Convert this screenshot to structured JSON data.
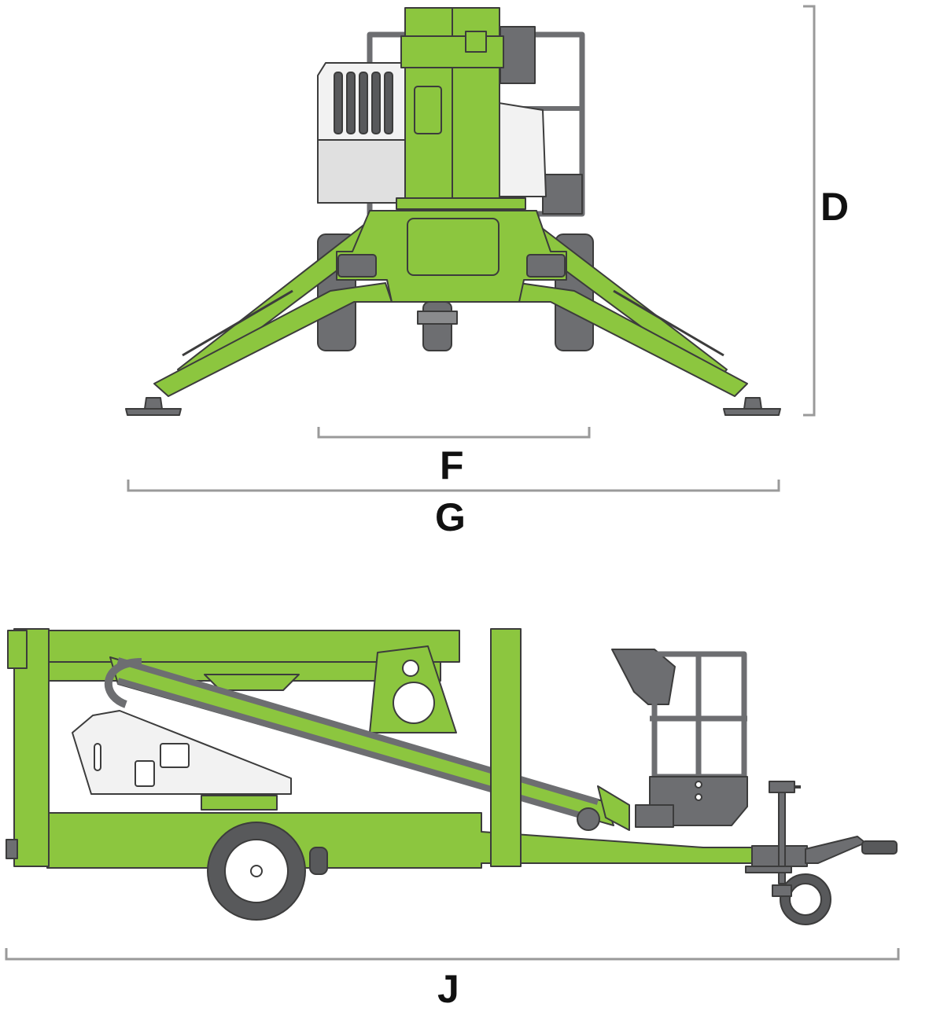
{
  "dimensions": {
    "height_label": "D",
    "track_width_label": "F",
    "outrigger_span_label": "G",
    "overall_length_label": "J"
  },
  "colors": {
    "machine_green": "#8cc63f",
    "outline": "#3c3c3c",
    "metal_gray": "#6d6e71",
    "tire": "#58595b",
    "dimension_line": "#9a9a9a",
    "label": "#111111",
    "hood_white": "#f2f2f2"
  }
}
